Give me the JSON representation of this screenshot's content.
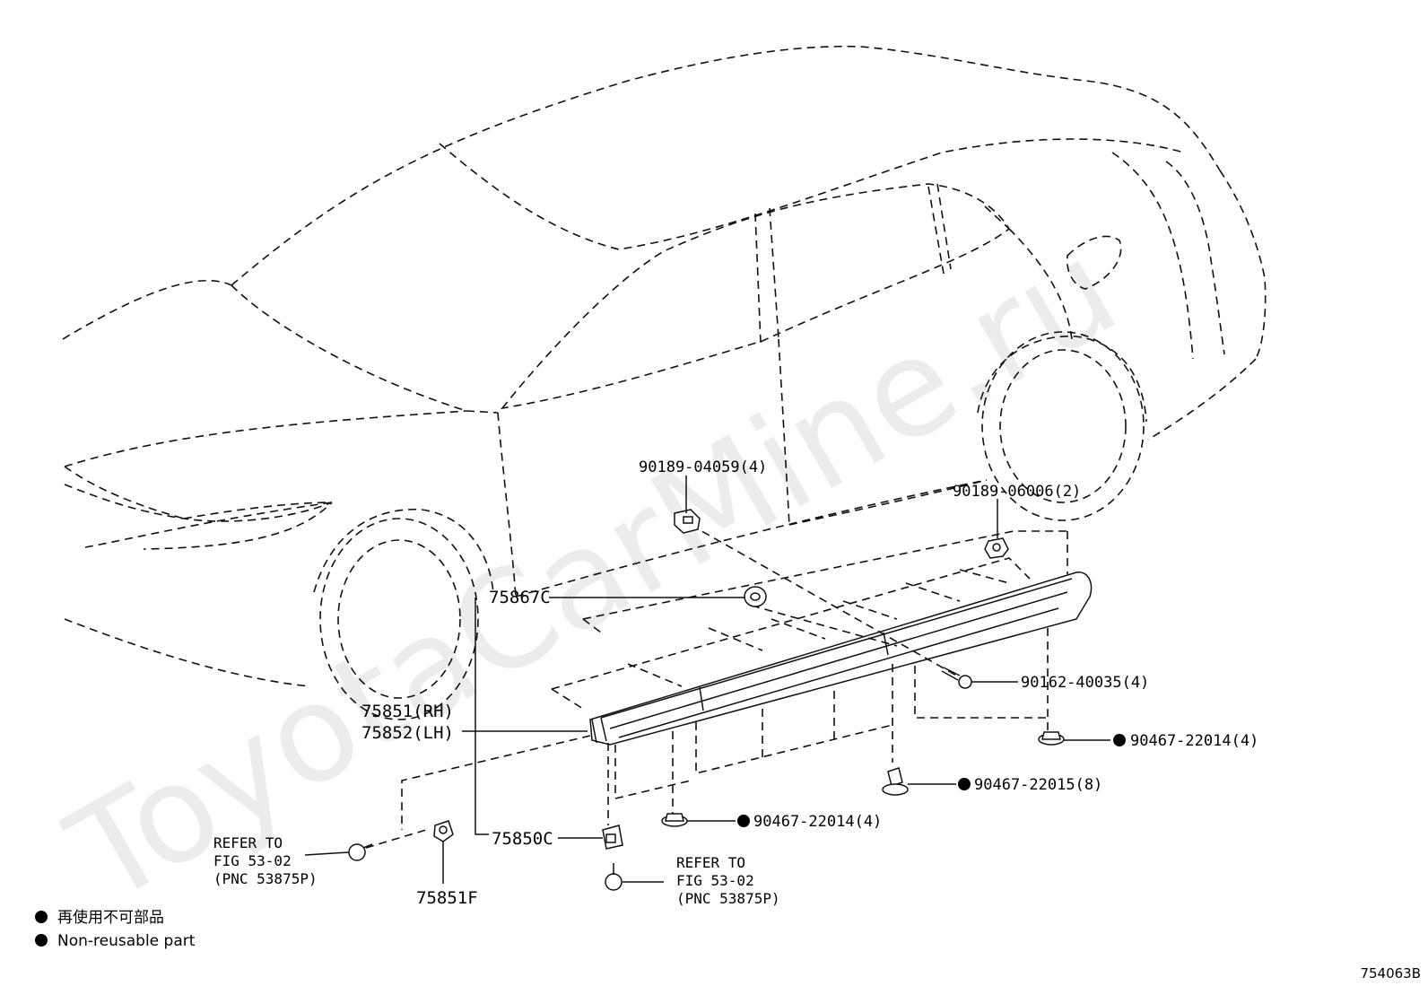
{
  "watermark": "ToyotaCarMine.ru",
  "figure_code": "754063B",
  "labels": {
    "p90189_04059": "90189-04059(4)",
    "p90189_06006": "90189-06006(2)",
    "p75867c": "75867C",
    "p75851_rh": "75851(RH)",
    "p75852_lh": "75852(LH)",
    "p90162_40035": "90162-40035(4)",
    "p90467_22014_right": "90467-22014(4)",
    "p90467_22015": "90467-22015(8)",
    "p90467_22014_mid": "90467-22014(4)",
    "p75850c": "75850C",
    "p75851f": "75851F"
  },
  "refer_left": {
    "line1": "REFER TO",
    "line2": "FIG 53-02",
    "line3": "(PNC 53875P)"
  },
  "refer_center": {
    "line1": "REFER TO",
    "line2": "FIG 53-02",
    "line3": "(PNC 53875P)"
  },
  "legend": {
    "jp": "再使用不可部品",
    "en": "Non-reusable part"
  },
  "colors": {
    "line": "#111111",
    "background": "#ffffff"
  }
}
